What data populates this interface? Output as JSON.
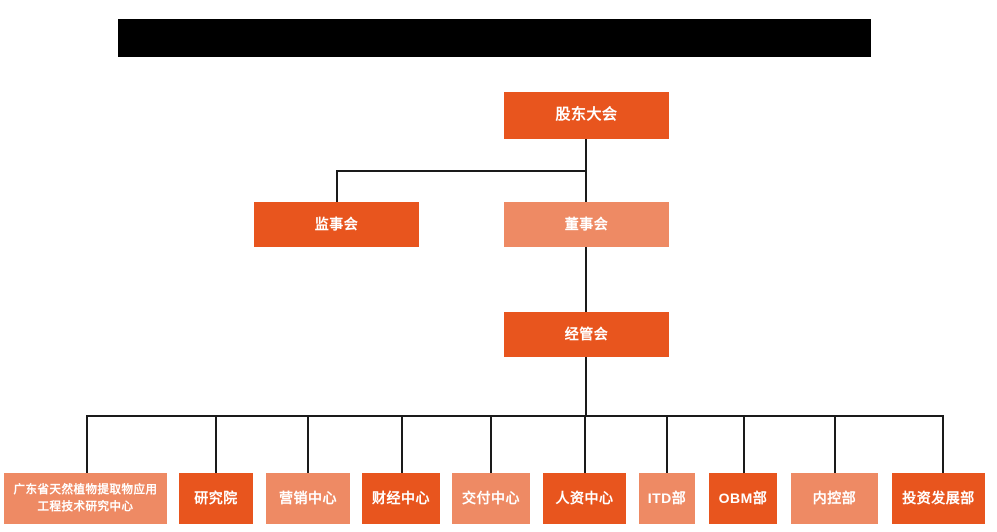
{
  "header": {
    "redacted_title_bar": true
  },
  "chart_data": {
    "type": "diagram",
    "title": "",
    "nodes": {
      "shareholders_meeting": {
        "label": "股东大会",
        "level": 1,
        "style": "primary"
      },
      "board_of_supervisors": {
        "label": "监事会",
        "level": 2,
        "style": "primary"
      },
      "board_of_directors": {
        "label": "董事会",
        "level": 2,
        "style": "secondary"
      },
      "management_committee": {
        "label": "经管会",
        "level": 3,
        "style": "primary"
      }
    },
    "departments": [
      {
        "label": "广东省天然植物提取物应用工程技术研究中心",
        "style": "secondary",
        "multiline": true
      },
      {
        "label": "研究院",
        "style": "primary",
        "multiline": false
      },
      {
        "label": "营销中心",
        "style": "secondary",
        "multiline": false
      },
      {
        "label": "财经中心",
        "style": "primary",
        "multiline": false
      },
      {
        "label": "交付中心",
        "style": "secondary",
        "multiline": false
      },
      {
        "label": "人资中心",
        "style": "primary",
        "multiline": false
      },
      {
        "label": "ITD部",
        "style": "secondary",
        "multiline": false
      },
      {
        "label": "OBM部",
        "style": "primary",
        "multiline": false
      },
      {
        "label": "内控部",
        "style": "secondary",
        "multiline": false
      },
      {
        "label": "投资发展部",
        "style": "primary",
        "multiline": false
      }
    ],
    "colors": {
      "primary": "#E8551E",
      "secondary": "#EE8A64",
      "connector": "#1a1a1a",
      "background": "#FFFFFF",
      "redaction": "#000000",
      "text": "#FFFFFF"
    },
    "edges": [
      {
        "from": "shareholders_meeting",
        "to": "board_of_supervisors"
      },
      {
        "from": "shareholders_meeting",
        "to": "board_of_directors"
      },
      {
        "from": "board_of_directors",
        "to": "management_committee"
      },
      {
        "from": "management_committee",
        "to": "departments"
      }
    ]
  }
}
